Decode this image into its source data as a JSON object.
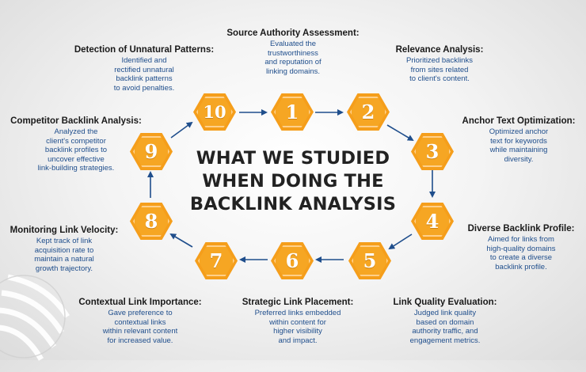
{
  "title_lines": [
    "WHAT WE STUDIED",
    "WHEN DOING THE",
    "BACKLINK ANALYSIS"
  ],
  "colors": {
    "hex_fill": "#f6a623",
    "hex_border": "#f59e1b",
    "arrow": "#1f4e8c",
    "heading": "#1a1a1a",
    "description": "#1f4e8c"
  },
  "steps": [
    {
      "number": "1",
      "heading": "Source Authority Assessment:",
      "description": [
        "Evaluated the",
        "trustworthiness",
        "and reputation of",
        "linking domains."
      ]
    },
    {
      "number": "2",
      "heading": "Relevance Analysis:",
      "description": [
        "Prioritized backlinks",
        "from sites related",
        "to client's content."
      ]
    },
    {
      "number": "3",
      "heading": "Anchor Text Optimization:",
      "description": [
        "Optimized anchor",
        "text for keywords",
        "while maintaining",
        "diversity."
      ]
    },
    {
      "number": "4",
      "heading": "Diverse Backlink Profile:",
      "description": [
        "Aimed for links from",
        "high-quality domains",
        "to create a diverse",
        "backlink profile."
      ]
    },
    {
      "number": "5",
      "heading": "Link Quality Evaluation:",
      "description": [
        "Judged link quality",
        "based on domain",
        "authority traffic, and",
        "engagement metrics."
      ]
    },
    {
      "number": "6",
      "heading": "Strategic Link Placement:",
      "description": [
        "Preferred links embedded",
        "within content for",
        "higher visibility",
        "and impact."
      ]
    },
    {
      "number": "7",
      "heading": "Contextual Link Importance:",
      "description": [
        "Gave preference to",
        "contextual links",
        "within relevant content",
        "for increased value."
      ]
    },
    {
      "number": "8",
      "heading": "Monitoring Link Velocity:",
      "description": [
        "Kept track of link",
        "acquisition rate to",
        "maintain a natural",
        "growth trajectory."
      ]
    },
    {
      "number": "9",
      "heading": "Competitor Backlink Analysis:",
      "description": [
        "Analyzed the",
        "client's competitor",
        "backlink profiles to",
        "uncover effective",
        "link-building strategies."
      ]
    },
    {
      "number": "10",
      "heading": "Detection of Unnatural Patterns:",
      "description": [
        "Identified and",
        "rectified unnatural",
        "backlink patterns",
        "to avoid penalties."
      ]
    }
  ]
}
